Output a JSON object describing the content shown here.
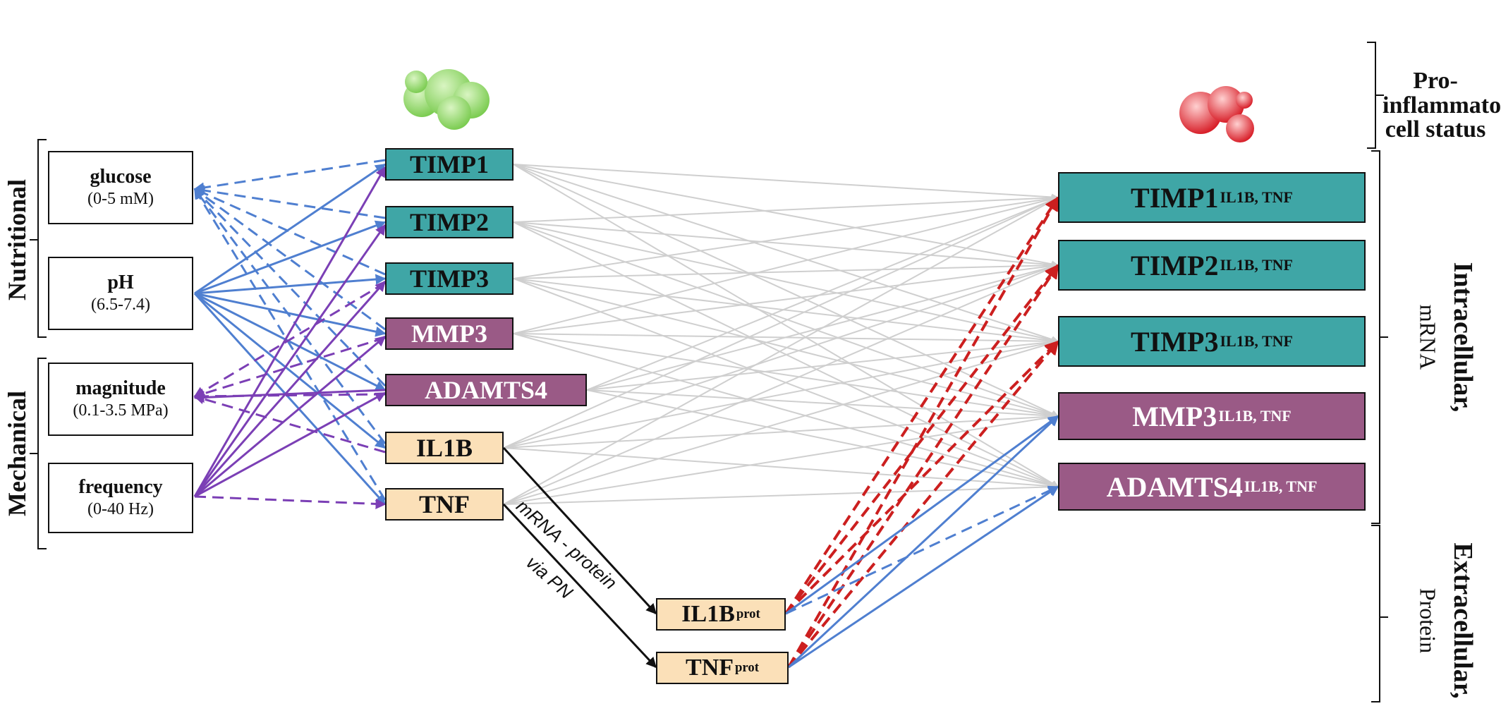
{
  "inputs": {
    "glucose": {
      "name": "glucose",
      "range": "(0-5 mM)"
    },
    "ph": {
      "name": "pH",
      "range": "(6.5-7.4)"
    },
    "magnitude": {
      "name": "magnitude",
      "range": "(0.1-3.5 MPa)"
    },
    "frequency": {
      "name": "frequency",
      "range": "(0-40 Hz)"
    }
  },
  "groups": {
    "nutritional": "Nutritional",
    "mechanical": "Mechanical"
  },
  "mrna_nodes": {
    "timp1": "TIMP1",
    "timp2": "TIMP2",
    "timp3": "TIMP3",
    "mmp3": "MMP3",
    "adamts4": "ADAMTS4",
    "il1b": "IL1B",
    "tnf": "TNF"
  },
  "protein_nodes": {
    "il1b": {
      "name": "IL1B",
      "sup": "prot"
    },
    "tnf": {
      "name": "TNF",
      "sup": "prot"
    }
  },
  "outputs": {
    "timp1": {
      "name": "TIMP1",
      "sub": "IL1B, TNF"
    },
    "timp2": {
      "name": "TIMP2",
      "sub": "IL1B, TNF"
    },
    "timp3": {
      "name": "TIMP3",
      "sub": "IL1B, TNF"
    },
    "mmp3": {
      "name": "MMP3",
      "sub": "IL1B, TNF"
    },
    "adamts4": {
      "name": "ADAMTS4",
      "sub": "IL1B, TNF"
    }
  },
  "right_labels": {
    "status": "Pro-\ninflammatory\ncell status",
    "intracellular_title": "Intracellular,",
    "intracellular_sub": "mRNA",
    "extracellular_title": "Extracellular,",
    "extracellular_sub": "Protein"
  },
  "annotation": {
    "line1": "mRNA - protein",
    "line2": "via PN"
  },
  "colors": {
    "teal": "#3fa6a6",
    "plum": "#9a5a86",
    "peach": "#fbe0b8",
    "blue": "#4f7fd0",
    "purple": "#7b3fb5",
    "red": "#cc1f1f",
    "grey": "#cfcfcf",
    "green_cell": "#8fd36a",
    "red_cell": "#e0313a"
  }
}
